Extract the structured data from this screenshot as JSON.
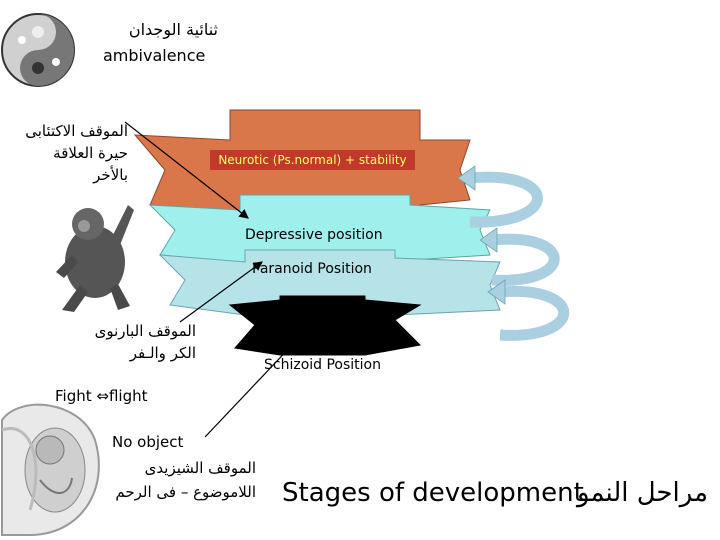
{
  "header": {
    "title_ar": "ثنائية الوجدان",
    "title_en": "ambivalence"
  },
  "left_labels": {
    "depressive_ar": [
      "الموقف الاكتئابى",
      "حيرة العلاقة",
      "بالأخر"
    ],
    "paranoid_ar": [
      "الموقف البارنوى",
      "الكر والـفر"
    ],
    "fight_flight": "Fight ⇔flight",
    "no_object": "No object",
    "schizoid_ar": [
      "الموقف الشيزيدى",
      "اللاموضوع – فى الرحم"
    ]
  },
  "layers": {
    "neurotic": "Neurotic (Ps.normal) + stability",
    "depressive": "Depressive position",
    "paranoid": "Paranoid Position",
    "schizoid": "Schizoid Position"
  },
  "footer": {
    "stages_en": "Stages of development",
    "stages_ar": "مراحل النمو"
  },
  "colors": {
    "neurotic_fill": "#d9774a",
    "neurotic_label_bg": "#c0392b",
    "neurotic_label_text": "#ffff66",
    "depressive_fill": "#9ff0ec",
    "paranoid_fill": "#b6e3e8",
    "schizoid_fill": "#000000",
    "arrow_loop": "#a9cfe0"
  },
  "icons": [
    "yin-yang-icon",
    "gorilla-icon",
    "fetus-icon"
  ]
}
